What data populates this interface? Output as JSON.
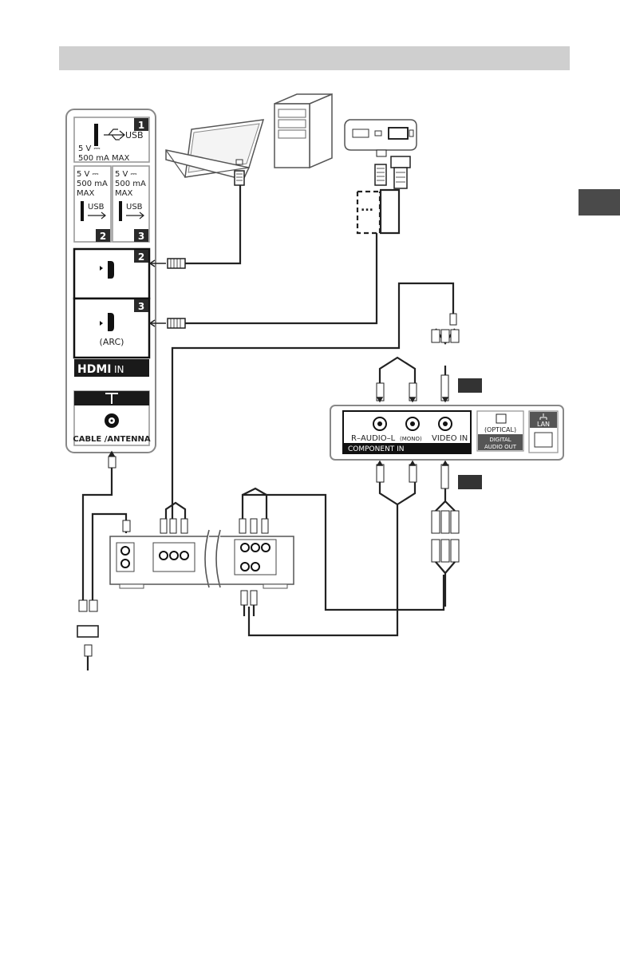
{
  "tv_panel": {
    "usb1": {
      "num": "1",
      "label": "USB",
      "rating": "5 V ⎓",
      "current": "500 mA MAX"
    },
    "usb2": {
      "num": "2",
      "rating": "5 V ⎓",
      "current": "500 mA",
      "max": "MAX",
      "label": "USB"
    },
    "usb3": {
      "num": "3",
      "rating": "5 V ⎓",
      "current": "500 mA",
      "max": "MAX",
      "label": "USB"
    },
    "hdmi2": {
      "num": "2"
    },
    "hdmi3": {
      "num": "3",
      "arc": "(ARC)"
    },
    "hdmi_logo": "HDMI",
    "hdmi_in": "IN",
    "antenna": "CABLE /ANTENNA"
  },
  "rear_panel": {
    "audio_label": "R–AUDIO–L",
    "mono": "(MONO)",
    "video_in": "VIDEO IN",
    "component_in": "COMPONENT IN",
    "optical": "(OPTICAL)",
    "digital_audio_out_1": "DIGITAL",
    "digital_audio_out_2": "AUDIO OUT",
    "lan": "LAN"
  },
  "adapter_box": {
    "text": "..."
  },
  "icons": [
    "usb-icon",
    "hdmi-port-icon",
    "antenna-icon",
    "lan-icon",
    "laptop-icon",
    "desktop-pc-icon",
    "av-device-icon",
    "splitter-icon"
  ],
  "colors": {
    "header_bar": "#cfcfcf",
    "side_tab": "#4a4a4a",
    "label_bg": "#1a1a1a"
  }
}
